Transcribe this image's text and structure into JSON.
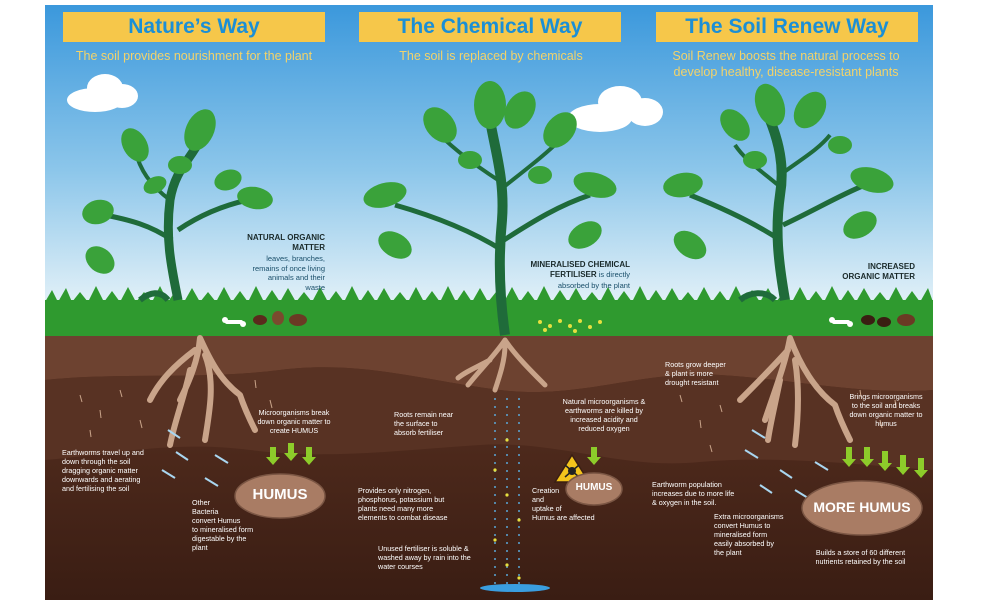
{
  "panels": [
    {
      "title": "Nature’s Way",
      "subtitle": "The soil provides nourishment for the plant"
    },
    {
      "title": "The Chemical Way",
      "subtitle": "The soil is replaced by chemicals"
    },
    {
      "title": "The Soil Renew Way",
      "subtitle_line1": "Soil Renew boosts the natural process to",
      "subtitle_line2": "develop healthy, disease-resistant plants"
    }
  ],
  "nature": {
    "organic_title_1": "NATURAL ORGANIC",
    "organic_title_2": "MATTER",
    "organic_desc": [
      "leaves, branches,",
      "remains of once living",
      "animals and their",
      "waste"
    ],
    "micro": [
      "Microorganisms break",
      "down organic matter to",
      "create HUMUS"
    ],
    "worms": [
      "Earthworms travel up and",
      "down through the soil",
      "dragging organic matter",
      "downwards and aerating",
      "and fertilising the soil"
    ],
    "bacteria": [
      "Other",
      "Bacteria",
      "convert Humus",
      "to mineralised form",
      "digestable by the",
      "plant"
    ],
    "humus": "HUMUS"
  },
  "chemical": {
    "fert_title_1": "MINERALISED CHEMICAL",
    "fert_title_2": "FERTILISER",
    "fert_title_rest": " is directly",
    "fert_desc": "absorbed by the plant",
    "roots": [
      "Roots remain near",
      "the surface to",
      "absorb fertiliser"
    ],
    "killed": [
      "Natural microorganisms &",
      "earthworms are killed by",
      "increased acidity and",
      "reduced oxygen"
    ],
    "provides": [
      "Provides only nitrogen,",
      "phosphorus, potassium but",
      "plants need many more",
      "elements to combat disease"
    ],
    "creation": [
      "Creation",
      "and",
      "uptake of",
      "Humus are affected"
    ],
    "unused": [
      "Unused fertiliser is soluble &",
      "washed away by rain into the",
      "water courses"
    ],
    "humus": "HUMUS"
  },
  "renew": {
    "organic_1": "INCREASED",
    "organic_2": "ORGANIC MATTER",
    "roots": [
      "Roots grow deeper",
      "& plant is more",
      "drought resistant"
    ],
    "brings": [
      "Brings microorganisms",
      "to the soil and breaks",
      "down organic matter to",
      "humus"
    ],
    "worms": [
      "Earthworm population",
      "increases due to more life",
      "& oxygen in the soil."
    ],
    "extra": [
      "Extra microorganisms",
      "convert Humus to",
      "mineralised form",
      "easily absorbed by",
      "the plant"
    ],
    "store": [
      "Builds a store of 60 different",
      "nutrients retained by the soil"
    ],
    "humus": "MORE HUMUS"
  },
  "colors": {
    "sky_top": "#3e9bdd",
    "sky_bottom": "#d7ecf6",
    "grass": "#2f9a2f",
    "soil_top": "#6a3f2a",
    "soil_dark": "#3a1e14",
    "leaf": "#3aa23a",
    "trunk": "#1f6b3a",
    "header": "#f6c74a",
    "header_text": "#1b8fd6",
    "humus": "#a97c64",
    "root": "#c9a48a"
  }
}
